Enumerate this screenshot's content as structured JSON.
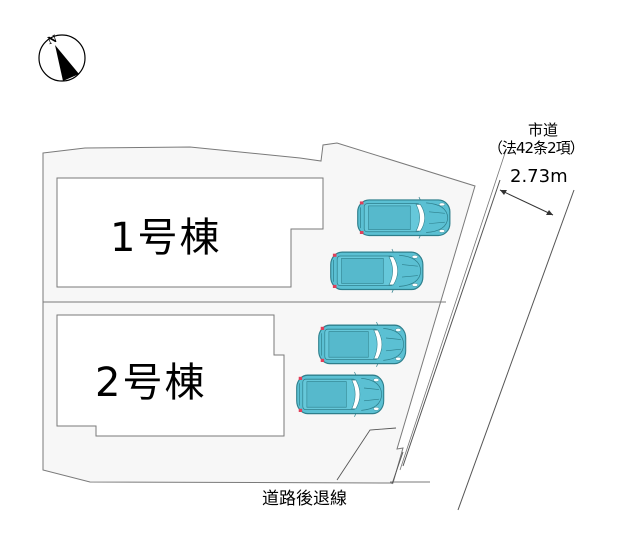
{
  "compass": {
    "label": "N",
    "icon": "north-arrow-icon"
  },
  "buildings": [
    {
      "id": 1,
      "label": "1号棟"
    },
    {
      "id": 2,
      "label": "2号棟"
    }
  ],
  "road": {
    "name": "市道",
    "classification": "（法42条2項）",
    "width": "2.73m"
  },
  "annotations": {
    "setback_line": "道路後退線"
  },
  "parking": {
    "car_count": 4,
    "car_color": "#5bc0d3",
    "car_outline": "#2e7f8c",
    "taillight_color": "#e0405a"
  },
  "colors": {
    "lot_fill": "#f7f7f7",
    "building_fill": "#ffffff",
    "line": "#7a7a7a"
  }
}
